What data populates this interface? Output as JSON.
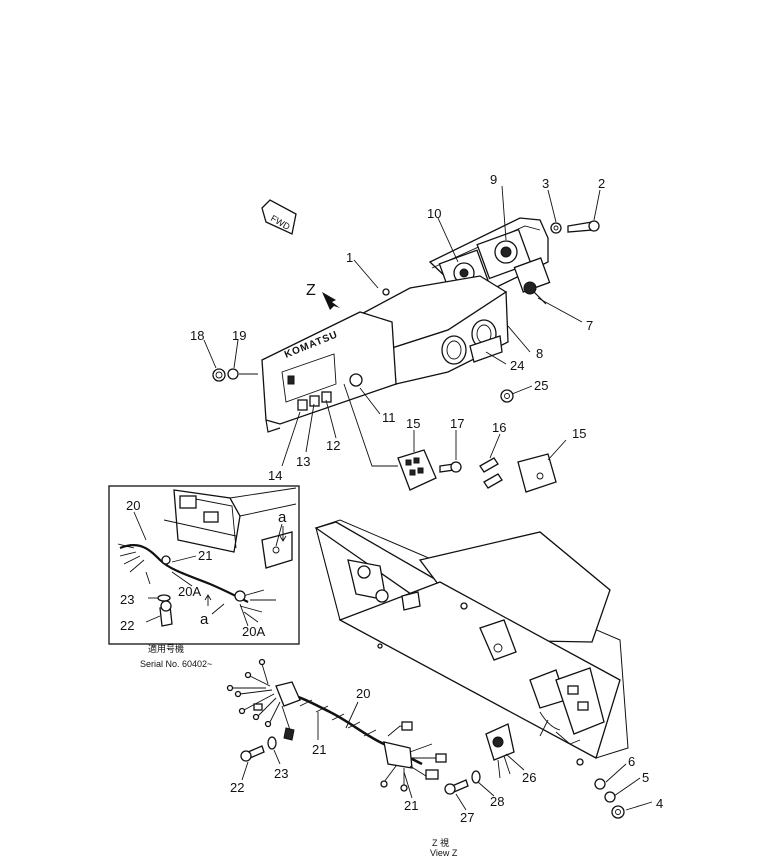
{
  "fwd_tag": "FWD",
  "z_marker": "Z",
  "brand_text": "KOMATSU",
  "callouts": {
    "c1": "1",
    "c2": "2",
    "c3": "3",
    "c4": "4",
    "c5": "5",
    "c6": "6",
    "c7": "7",
    "c8": "8",
    "c9": "9",
    "c10": "10",
    "c11": "11",
    "c12": "12",
    "c13": "13",
    "c14": "14",
    "c15a": "15",
    "c15b": "15",
    "c16": "16",
    "c17": "17",
    "c18": "18",
    "c19": "19",
    "c20a": "20",
    "c21a": "21",
    "c20A1": "20A",
    "c20A2": "20A",
    "c23a": "23",
    "c22a": "22",
    "c20b": "20",
    "c21b": "21",
    "c21c": "21",
    "c22b": "22",
    "c23b": "23",
    "c24": "24",
    "c25": "25",
    "c26": "26",
    "c27": "27",
    "c28": "28"
  },
  "inset": {
    "detail_a1": "a",
    "detail_a2": "a",
    "serial_caption_jp": "適用号機",
    "serial_caption": "Serial No. 60402~"
  },
  "view_label_jp": "Z 視",
  "view_label": "View Z"
}
